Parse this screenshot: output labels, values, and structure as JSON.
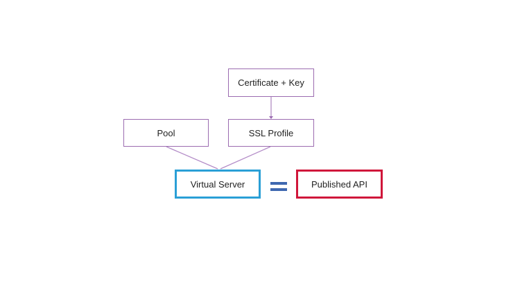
{
  "diagram": {
    "nodes": {
      "certificate": "Certificate + Key",
      "ssl_profile": "SSL Profile",
      "pool": "Pool",
      "virtual_server": "Virtual Server",
      "published_api": "Published API"
    },
    "edges": [
      {
        "from": "certificate",
        "to": "ssl_profile"
      },
      {
        "from": "pool",
        "to": "virtual_server"
      },
      {
        "from": "ssl_profile",
        "to": "virtual_server"
      }
    ],
    "relation": {
      "from": "virtual_server",
      "to": "published_api",
      "symbol": "equals"
    },
    "colors": {
      "connector": "#9b6bb0",
      "virtual_server_border": "#2a9fd6",
      "published_api_border": "#d0163a",
      "equals": "#3f68b0"
    }
  }
}
